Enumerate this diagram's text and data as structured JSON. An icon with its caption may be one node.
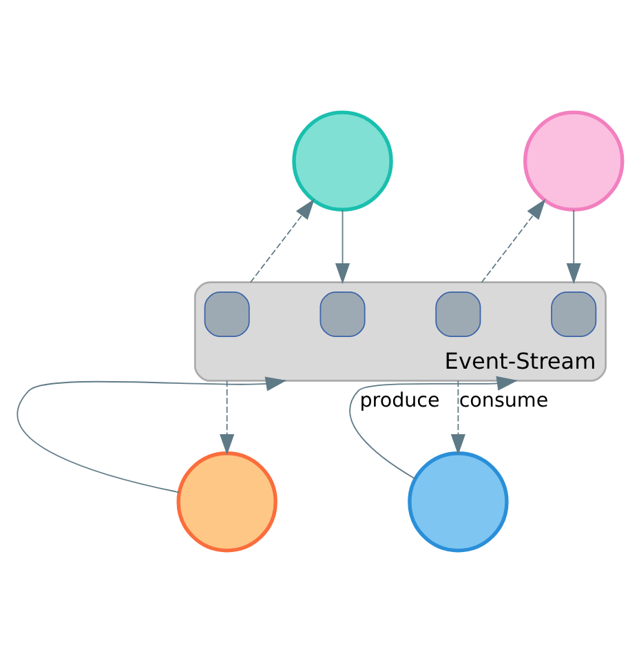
{
  "diagram": {
    "nodes": [
      {
        "text": [],
        "shape": "circle"
      },
      {
        "text": [],
        "shape": "circle"
      },
      {
        "text": [],
        "shape": "box",
        "beside": [
          "Event-Stream"
        ]
      },
      {
        "text": [],
        "shape": "box",
        "in": 2
      },
      {
        "text": [],
        "shape": "box",
        "in": 2
      },
      {
        "text": [],
        "shape": "box",
        "in": 2
      },
      {
        "text": [],
        "shape": "box",
        "in": 2
      },
      {
        "text": [],
        "shape": "circle"
      },
      {
        "text": [],
        "shape": "circle"
      }
    ],
    "edges": [
      {
        "from": 0,
        "to": 2,
        "arrow": "to"
      },
      {
        "from": 2,
        "to": 0,
        "arrow": "to",
        "style": "dashed"
      },
      {
        "from": 1,
        "to": 2,
        "arrow": "to"
      },
      {
        "from": 2,
        "to": 1,
        "arrow": "to",
        "style": "dashed"
      },
      {
        "from": 7,
        "to": 2,
        "arrow": "to"
      },
      {
        "from": 2,
        "to": 7,
        "arrow": "to",
        "style": "dashed"
      },
      {
        "from": 8,
        "to": 2,
        "arrow": "to",
        "label": "produce"
      },
      {
        "from": 2,
        "to": 8,
        "arrow": "to",
        "label": "consume",
        "style": "dashed"
      }
    ]
  }
}
